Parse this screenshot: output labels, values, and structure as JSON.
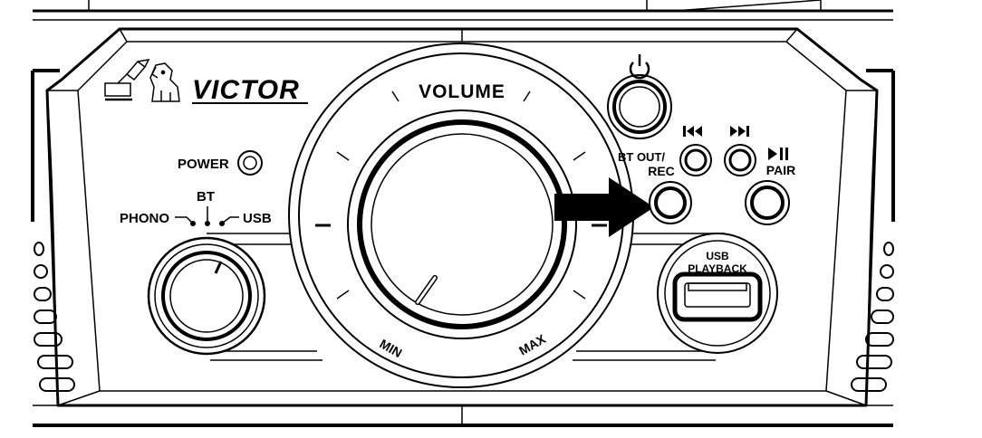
{
  "brand": {
    "name": "VICTOR"
  },
  "labels": {
    "power": "POWER",
    "bt": "BT",
    "phono": "PHONO",
    "usb": "USB",
    "volume": "VOLUME",
    "min": "MIN",
    "max": "MAX",
    "bt_out": "BT OUT/",
    "rec": "REC",
    "pair": "PAIR",
    "usb_playback_top": "USB",
    "usb_playback_bottom": "PLAYBACK"
  },
  "icons": {
    "power_button": "power-icon",
    "previous": "skip-previous-icon",
    "next": "skip-next-icon",
    "play_pause": "play-pause-icon",
    "callout": "arrow-right-icon"
  },
  "colors": {
    "ink": "#000000",
    "background": "#ffffff"
  }
}
